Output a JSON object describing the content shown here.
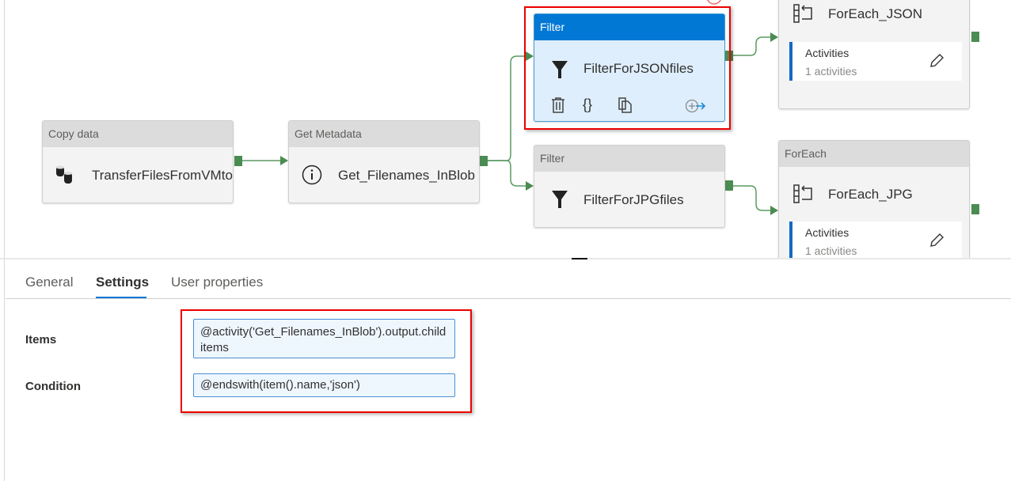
{
  "pipeline": {
    "activities": [
      {
        "type": "Copy data",
        "name": "TransferFilesFromVMtoBlob",
        "icon": "database-copy-icon"
      },
      {
        "type": "Get Metadata",
        "name": "Get_Filenames_InBlob",
        "icon": "info-icon"
      },
      {
        "type": "Filter",
        "name": "FilterForJSONfiles",
        "icon": "filter-icon",
        "selected": true
      },
      {
        "type": "Filter",
        "name": "FilterForJPGfiles",
        "icon": "filter-icon"
      },
      {
        "type": "ForEach",
        "name": "ForEach_JSON",
        "icon": "foreach-icon",
        "activities_label": "Activities",
        "activities_count": "1 activities"
      },
      {
        "type": "ForEach",
        "name": "ForEach_JPG",
        "icon": "foreach-icon",
        "activities_label": "Activities",
        "activities_count": "1 activities"
      }
    ],
    "toolbar_icons": [
      "delete-icon",
      "code-icon",
      "copy-icon",
      "add-output-icon"
    ],
    "colors": {
      "selected_header": "#0078d4",
      "connector": "#4a8c52",
      "highlight": "#e00000"
    }
  },
  "panel": {
    "tabs": [
      {
        "label": "General",
        "active": false
      },
      {
        "label": "Settings",
        "active": true
      },
      {
        "label": "User properties",
        "active": false
      }
    ],
    "settings": {
      "items_label": "Items",
      "items_value": "@activity('Get_Filenames_InBlob').output.childitems",
      "condition_label": "Condition",
      "condition_value": "@endswith(item().name,'json')"
    }
  }
}
